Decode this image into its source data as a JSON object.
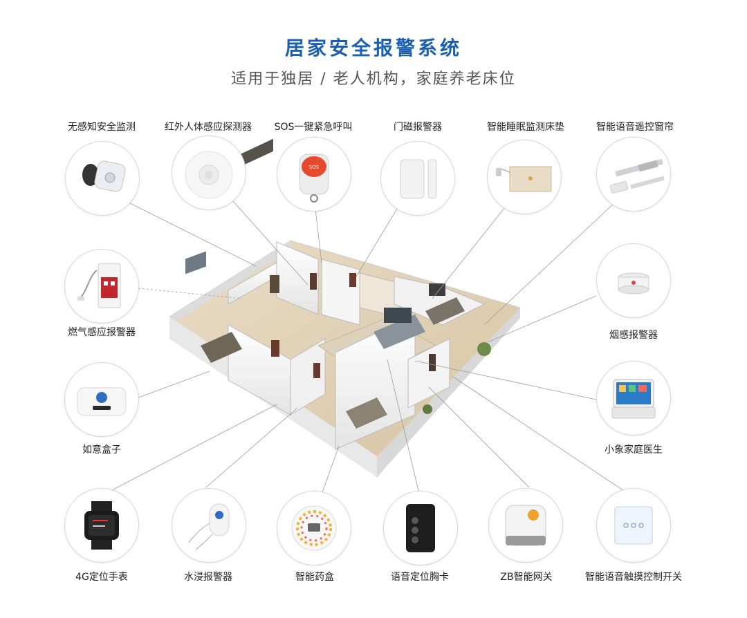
{
  "header": {
    "title": "居家安全报警系统",
    "subtitle": "适用于独居 / 老人机构，家庭养老床位"
  },
  "devices": {
    "d1": "无感知安全监测",
    "d2": "红外人体感应探测器",
    "d3": "SOS一键紧急呼叫",
    "d4": "门磁报警器",
    "d5": "智能睡眠监测床垫",
    "d6": "智能语音遥控窗帘",
    "d7": "燃气感应报警器",
    "d8": "烟感报警器",
    "d9": "如意盒子",
    "d10": "小象家庭医生",
    "d11": "4G定位手表",
    "d12": "水浸报警器",
    "d13": "智能药盒",
    "d14": "语音定位胸卡",
    "d15": "ZB智能网关",
    "d16": "智能语音触摸控制开关"
  },
  "icons": {
    "sos_button": "SOS",
    "house_floorplan": "floorplan-illustration"
  },
  "colors": {
    "title_blue": "#1a5fb4",
    "sos_red": "#e64a2e",
    "connector_line": "#9a9a9a"
  }
}
